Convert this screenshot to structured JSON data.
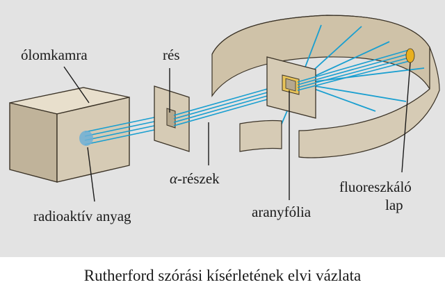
{
  "labels": {
    "lead_chamber": "ólomkamra",
    "slit": "rés",
    "alpha_prefix": "α",
    "alpha_suffix": "-részek",
    "radioactive": "radioaktív anyag",
    "gold_foil": "aranyfólia",
    "screen_line1": "fluoreszkáló",
    "screen_line2": "lap"
  },
  "caption": "Rutherford szórási kísérletének elvi vázlata",
  "colors": {
    "background": "#e3e3e3",
    "box_front": "#d6cbb5",
    "box_top": "#e8dfcc",
    "box_side": "#c0b39a",
    "outline": "#3a3226",
    "beam": "#1a9fd0",
    "gold": "#e8b020"
  }
}
